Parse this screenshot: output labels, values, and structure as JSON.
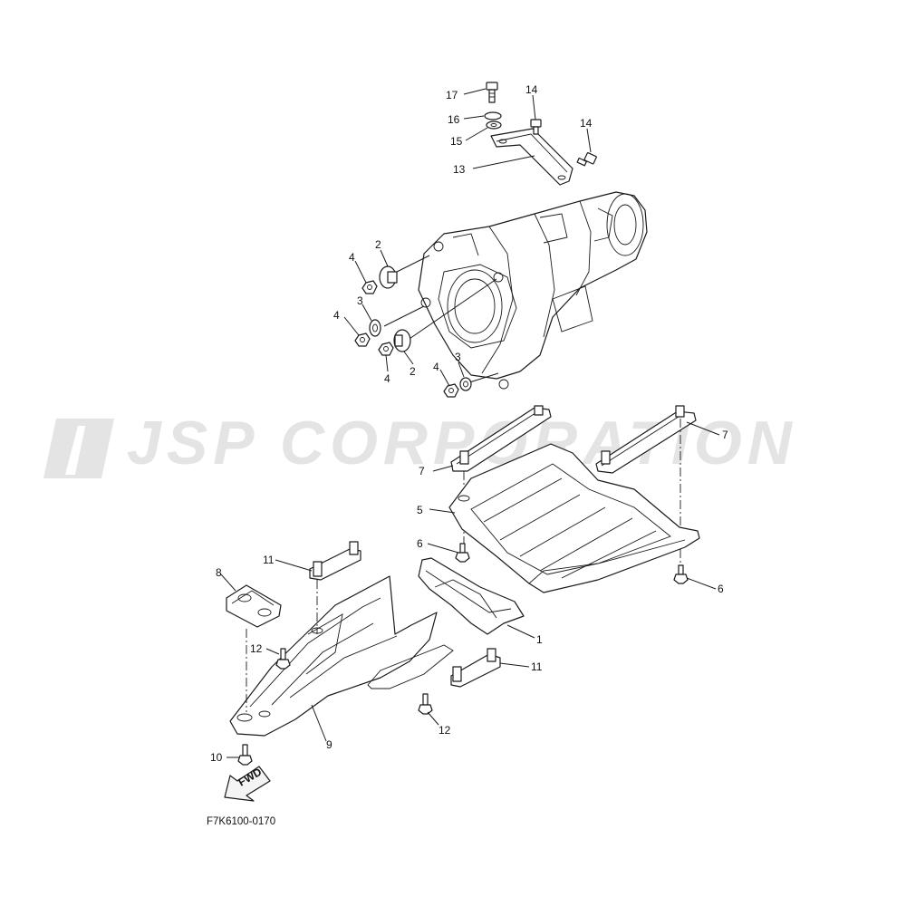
{
  "watermark": {
    "text": "JSP CORPORATION",
    "color": "#e0e0e0"
  },
  "drawing_code": "F7K6100-0170",
  "fwd_label": "FWD",
  "callouts": {
    "c17": "17",
    "c16": "16",
    "c15": "15",
    "c14a": "14",
    "c14b": "14",
    "c13": "13",
    "c2a": "2",
    "c2b": "2",
    "c3a": "3",
    "c3b": "3",
    "c4a": "4",
    "c4b": "4",
    "c4c": "4",
    "c4d": "4",
    "c7a": "7",
    "c7b": "7",
    "c5": "5",
    "c6a": "6",
    "c6b": "6",
    "c1": "1",
    "c8": "8",
    "c9": "9",
    "c10": "10",
    "c11a": "11",
    "c11b": "11",
    "c12a": "12",
    "c12b": "12"
  }
}
